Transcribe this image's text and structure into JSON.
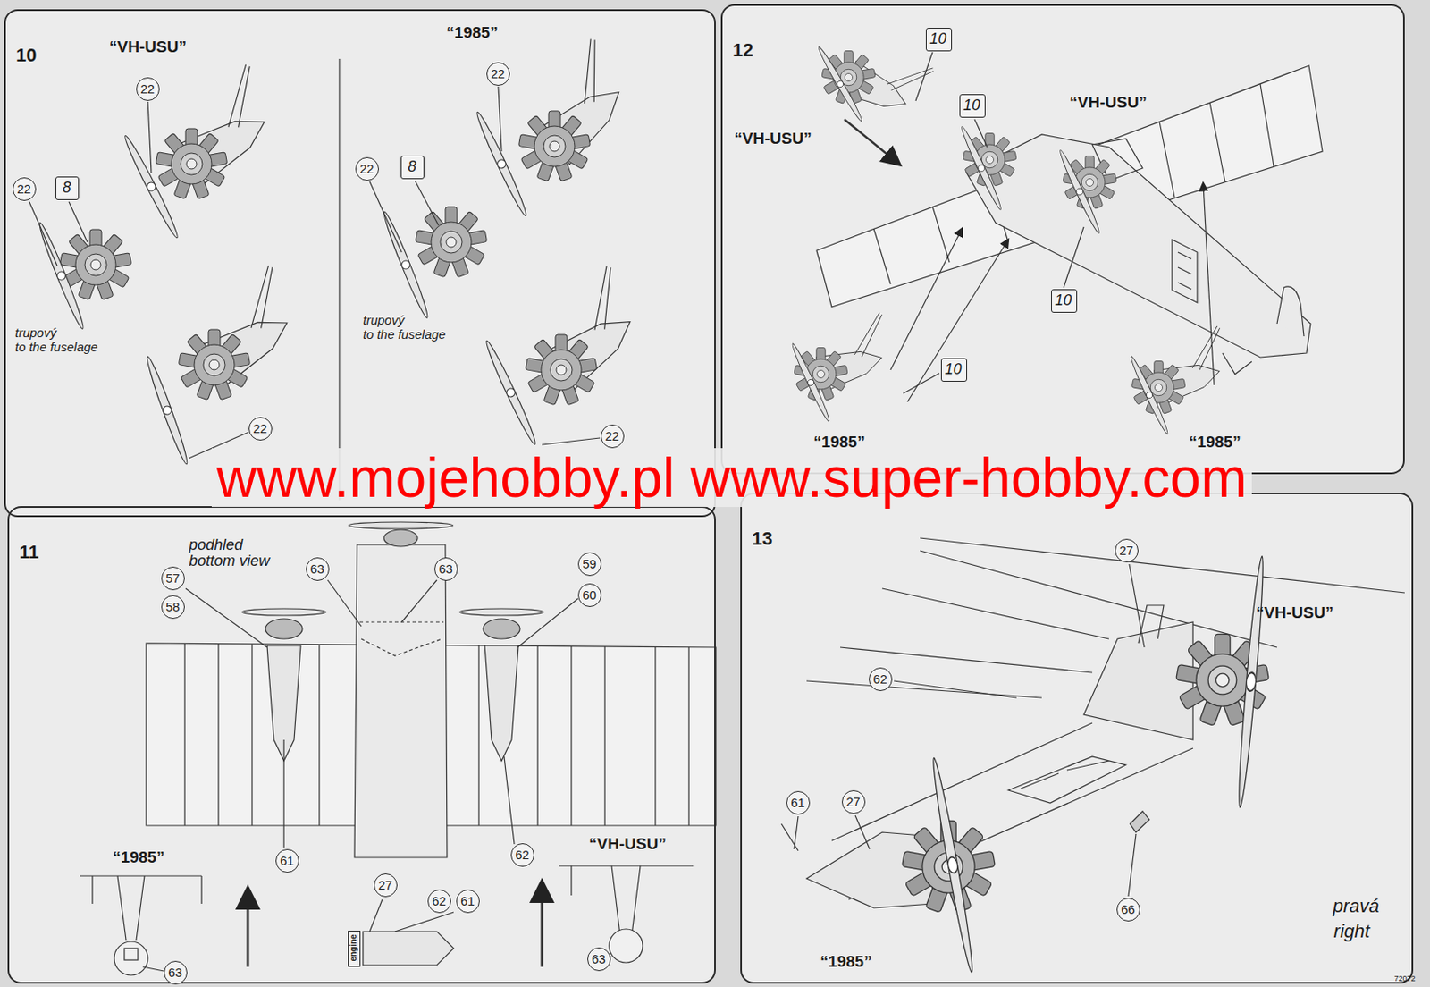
{
  "diagram": {
    "nodes": [
      {
        "text": [
          "10"
        ]
      },
      {
        "text": [
          "22"
        ],
        "in": 0
      },
      {
        "text": [
          "22"
        ],
        "in": 0
      },
      {
        "text": [
          "8"
        ],
        "in": 0
      },
      {
        "text": [
          "22"
        ],
        "in": 0
      },
      {
        "text": [
          "22"
        ],
        "in": 0
      },
      {
        "text": [
          "22"
        ],
        "in": 0
      },
      {
        "text": [
          "8"
        ],
        "in": 0
      },
      {
        "text": [
          "22"
        ],
        "in": 0
      },
      {
        "text": [
          "12"
        ]
      },
      {
        "text": [
          "10"
        ],
        "in": 9
      },
      {
        "text": [
          "10"
        ],
        "in": 9
      },
      {
        "text": [
          "10"
        ],
        "in": 9
      },
      {
        "text": [
          "10"
        ],
        "in": 9
      },
      {
        "text": [
          "11"
        ]
      },
      {
        "text": [
          "57"
        ],
        "in": 14
      },
      {
        "text": [
          "58"
        ],
        "in": 14
      },
      {
        "text": [
          "63"
        ],
        "in": 14
      },
      {
        "text": [
          "63"
        ],
        "in": 14
      },
      {
        "text": [
          "59"
        ],
        "in": 14
      },
      {
        "text": [
          "60"
        ],
        "in": 14
      },
      {
        "text": [
          "61"
        ],
        "in": 14
      },
      {
        "text": [
          "62"
        ],
        "in": 14
      },
      {
        "text": [
          "27"
        ],
        "in": 14
      },
      {
        "text": [
          "62"
        ],
        "in": 14
      },
      {
        "text": [
          "61"
        ],
        "in": 14
      },
      {
        "text": [
          "63"
        ],
        "in": 14
      },
      {
        "text": [
          "63"
        ],
        "in": 14
      },
      {
        "text": [
          "engine"
        ],
        "in": 14
      },
      {
        "text": [
          "13"
        ]
      },
      {
        "text": [
          "27"
        ],
        "in": 29
      },
      {
        "text": [
          "62"
        ],
        "in": 29
      },
      {
        "text": [
          "61"
        ],
        "in": 29
      },
      {
        "text": [
          "27"
        ],
        "in": 29
      },
      {
        "text": [
          "66"
        ],
        "in": 29
      }
    ],
    "labels": [
      "“VH-USU”",
      "“1985”",
      "trupový",
      "to the fuselage",
      "trupový",
      "to the fuselage",
      "“VH-USU”",
      "“VH-USU”",
      "“1985”",
      "“1985”",
      "www.mojehobby.pl www.super-hobby.com",
      "podhled",
      "bottom view",
      "“1985”",
      "“VH-USU”",
      "“VH-USU”",
      "pravá",
      "right",
      "“1985”",
      "72072"
    ]
  }
}
